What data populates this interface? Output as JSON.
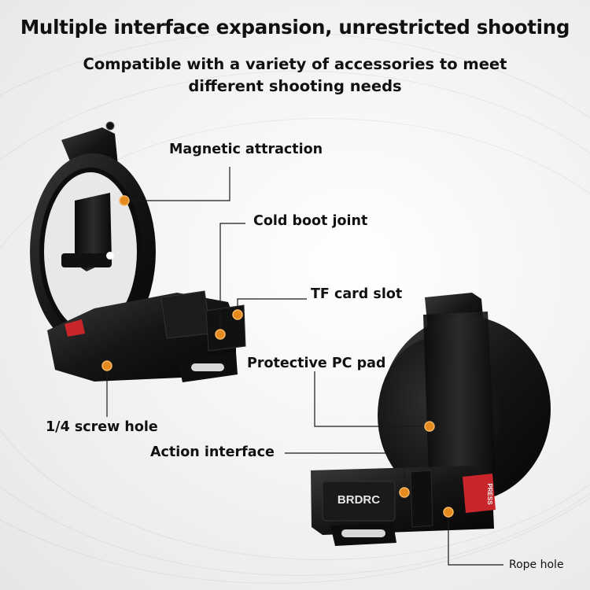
{
  "header": {
    "title": "Multiple interface expansion, unrestricted shooting",
    "subtitle_line1": "Compatible with a variety of accessories to meet",
    "subtitle_line2": "different shooting needs"
  },
  "labels": {
    "magnetic": "Magnetic attraction",
    "cold_boot": "Cold boot joint",
    "tf_card": "TF card slot",
    "pc_pad": "Protective PC pad",
    "screw_hole": "1/4 screw hole",
    "action": "Action interface",
    "rope_hole": "Rope hole"
  },
  "product": {
    "brand": "BRDRC",
    "button_text": "PRESS"
  },
  "colors": {
    "marker": "#e58a1f",
    "accent_red": "#c8262b",
    "body": "#161616"
  }
}
